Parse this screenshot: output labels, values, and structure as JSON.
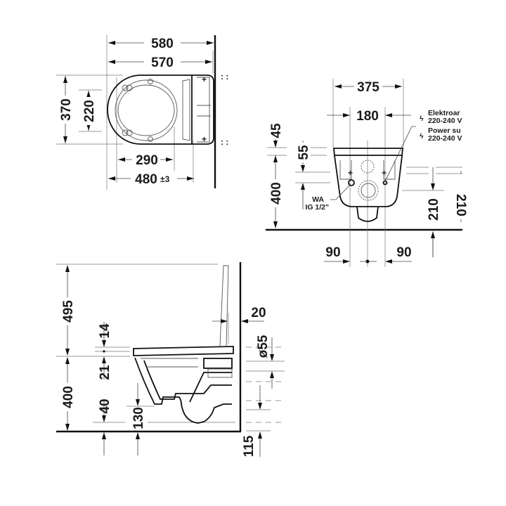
{
  "drawing": {
    "title": "Wall-hung toilet with shower seat - dimensional drawing",
    "units": "mm",
    "colors": {
      "line": "#111111",
      "dim_line": "#444444",
      "background": "#ffffff"
    }
  },
  "top_view": {
    "dims": {
      "overall_length": "580",
      "seat_length": "570",
      "width": "370",
      "bowl_width": "220",
      "opening_length": "290",
      "mount_length": "480",
      "mount_tolerance": "±3"
    }
  },
  "front_view": {
    "dims": {
      "width": "375",
      "fixing_distance": "180",
      "seat_offset": "45",
      "bolt_offset": "55",
      "height": "400",
      "outlet_height": "210",
      "outlet_height_cut": "210",
      "left_offset": "90",
      "right_offset": "90"
    },
    "notes": {
      "electric_de_line1": "Elektroar",
      "electric_de_line2": "220-240 V",
      "electric_en_line1": "Power su",
      "electric_en_line2": "220-240 V",
      "water_line1": "WA",
      "water_line2": "IG 1/2\""
    },
    "icons": [
      "lightning-icon",
      "lightning-icon"
    ]
  },
  "side_view": {
    "dims": {
      "lid_height": "495",
      "seat_thickness": "14",
      "rim_height": "21",
      "bowl_height": "400",
      "floor_gap": "40",
      "outlet_height": "130",
      "wall_gap": "20",
      "outlet_diameter": "ø55",
      "inlet_height": "115"
    }
  }
}
